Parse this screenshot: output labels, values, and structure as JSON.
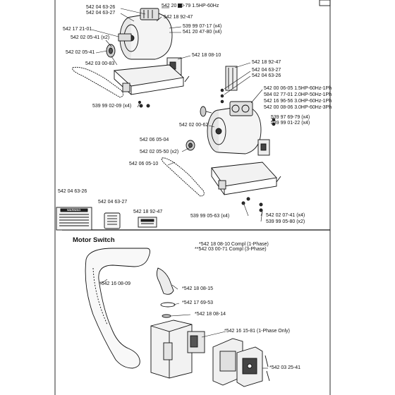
{
  "upper": {
    "labels": [
      "542 04 63-26",
      "542 04 63-27",
      "542 20 30-79 1.5HP-60Hz",
      "542 18 92-47",
      "542 17 21-01",
      "539 99 07-17 (x4)",
      "541 20 47-80 (x4)",
      "542 02 05-41 (x2)",
      "542 02 05-41",
      "542 03 00-83",
      "542 18 08-10",
      "539 99 02-09 (x4)",
      "542 18 92-47",
      "542 04 63-27",
      "542 04 63-26",
      "542 00 06-05 1.5HP-60Hz-1Ph",
      "584 02 77-01 2.0HP-50Hz-1Ph",
      "542 16 96-56 3.0HP-60Hz-1Ph",
      "542 00 08-06 3.0HP-60Hz-3Ph",
      "539 97 69-79 (x4)",
      "539 99 01-22 (x4)",
      "542 02 00-62",
      "542 06 05-04",
      "542 02 05-50 (x2)",
      "542 06 05-10",
      "542 04 63-26",
      "542 04 63-27",
      "542 18 92-47",
      "539 99 05-63 (x4)",
      "542 02 07-41 (x4)",
      "539 99 05-80 (x2)"
    ],
    "decal_warning_text": "WARNING"
  },
  "motor_switch": {
    "title": "Motor Switch",
    "kit_notes": [
      "*542 18 08-10 Compl (1-Phase)",
      "**542 03 00-71 Compl (3-Phase)"
    ],
    "labels": [
      "*542 16 08-09",
      "*542 18 08-15",
      "*542 17 69-53",
      "*542 18 08-14",
      "*542 16 15-81 (1-Phase Only)",
      "*542 03 25-41"
    ]
  }
}
